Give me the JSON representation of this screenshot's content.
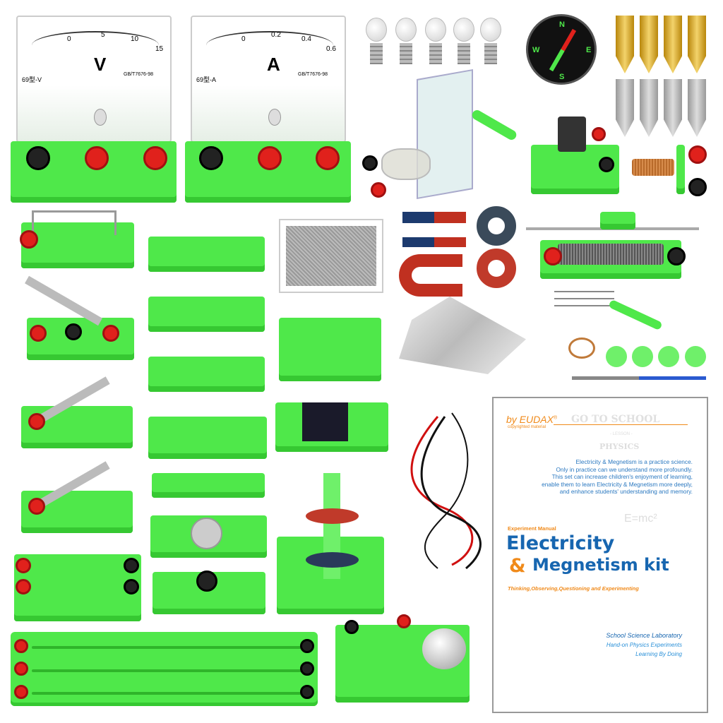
{
  "voltmeter": {
    "unit": "V",
    "model": "69型-V",
    "scale": [
      "0",
      "5",
      "10",
      "15"
    ],
    "standard": "GB/T7676-98"
  },
  "ammeter": {
    "unit": "A",
    "model": "69型-A",
    "scale": [
      "0",
      "0.2",
      "0.4",
      "0.6"
    ],
    "standard": "GB/T7676-98"
  },
  "manual": {
    "brand": "by EUDAX",
    "brand_mark": "®",
    "brand_sub": "copyrighted material",
    "bg_heading": "GO TO SCHOOL",
    "bg_lesson": "- LESSON -",
    "bg_subject": "PHYSICS",
    "intro": [
      "Electricity & Megnetism is a practice science.",
      "Only in practice can we understand more profoundly.",
      "This set can increase children's enjoyment of learning,",
      "enable them to learn Electricity & Megnetism more deeply,",
      "and enhance students' understanding and memory."
    ],
    "label": "Experiment Manual",
    "title_line1": "Electricity",
    "title_amp": "&",
    "title_line2": "Megnetism kit",
    "tagline": "Thinking,Observing,Questioning and Experimenting",
    "footer": [
      "School Science Laboratory",
      "Hand-on Physics Experiments",
      "Learning By Doing"
    ],
    "formula": "E=mc²"
  },
  "compass": {
    "letters": [
      "N",
      "E",
      "S",
      "W"
    ]
  },
  "colors": {
    "module_green": "#4fe84a",
    "terminal_red": "#e0211c",
    "manual_blue": "#1766b0",
    "manual_orange": "#f08a1a"
  }
}
